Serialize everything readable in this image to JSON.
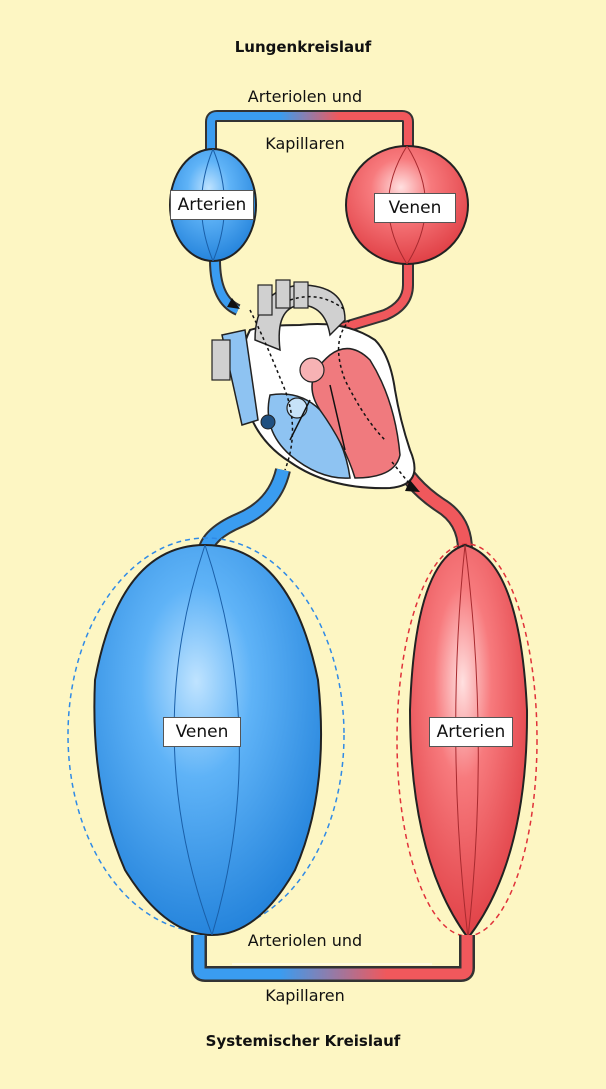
{
  "pulmonary": {
    "title": "Lungenkreislauf",
    "capillary_line1": "Arteriolen und",
    "capillary_line2": "Kapillaren",
    "arteries_label": "Arterien",
    "veins_label": "Venen"
  },
  "systemic": {
    "title": "Systemischer Kreislauf",
    "capillary_line1": "Arteriolen und",
    "capillary_line2": "Kapillaren",
    "veins_label": "Venen",
    "arteries_label": "Arterien"
  },
  "colors": {
    "background": "#fdf6c3",
    "venous_blue": "#3a9cf0",
    "arterial_red": "#f0585c"
  }
}
